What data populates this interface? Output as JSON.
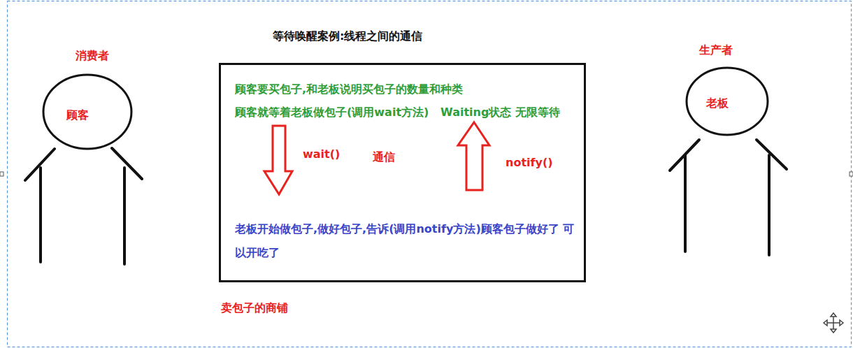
{
  "diagram": {
    "title": "等待唤醒案例:线程之间的通信",
    "nodes": [
      {
        "text": [
          "消费者",
          "顾客"
        ]
      },
      {
        "text": [
          "顾客要买包子,和老板说明买包子的数量和种类",
          "顾客就等着老板做包子(调用wait方法)   Waiting状态 无限等待",
          "wait()",
          "通信",
          "notify()",
          "老板开始做包子,做好包子,告诉(调用notify方法)顾客包子做好了 可以开吃了",
          "卖包子的商铺"
        ]
      },
      {
        "text": [
          "生产者",
          "老板"
        ]
      }
    ]
  }
}
